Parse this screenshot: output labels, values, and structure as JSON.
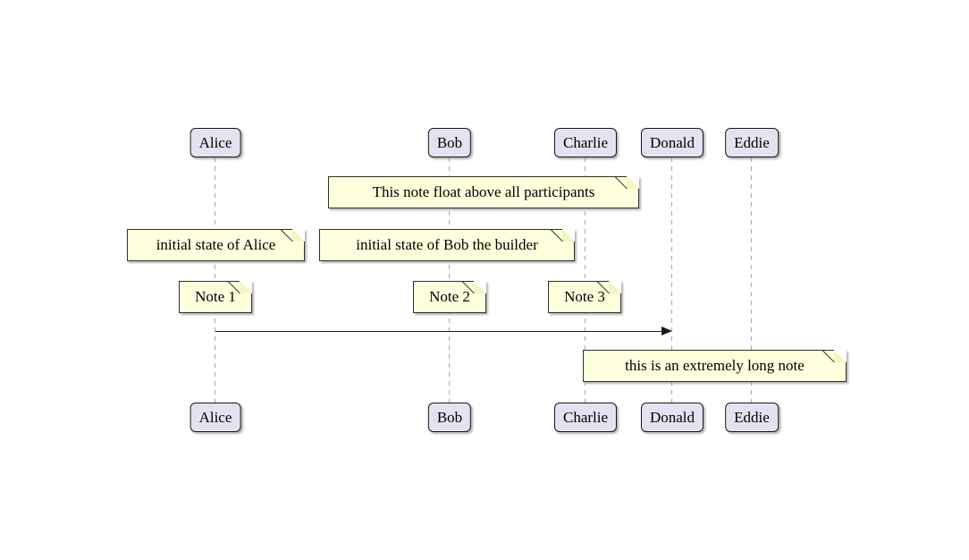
{
  "diagram_type": "sequence-diagram",
  "participants": [
    {
      "name": "Alice"
    },
    {
      "name": "Bob"
    },
    {
      "name": "Charlie"
    },
    {
      "name": "Donald"
    },
    {
      "name": "Eddie"
    }
  ],
  "notes": [
    {
      "text": "This note float above all participants"
    },
    {
      "text": "initial state of Alice"
    },
    {
      "text": "initial state of Bob the builder"
    },
    {
      "text": "Note 1"
    },
    {
      "text": "Note 2"
    },
    {
      "text": "Note 3"
    },
    {
      "text": "this is an extremely long note"
    }
  ],
  "message": {
    "from": "Alice",
    "to": "Donald"
  },
  "colors": {
    "participant_fill": "#E2E2F0",
    "participant_border": "#181818",
    "note_fill": "#FEFFDD",
    "note_border": "#30302A",
    "lifeline": "#A8A8A8",
    "arrow": "#181818",
    "text": "#000000",
    "background": "#FFFFFF"
  }
}
